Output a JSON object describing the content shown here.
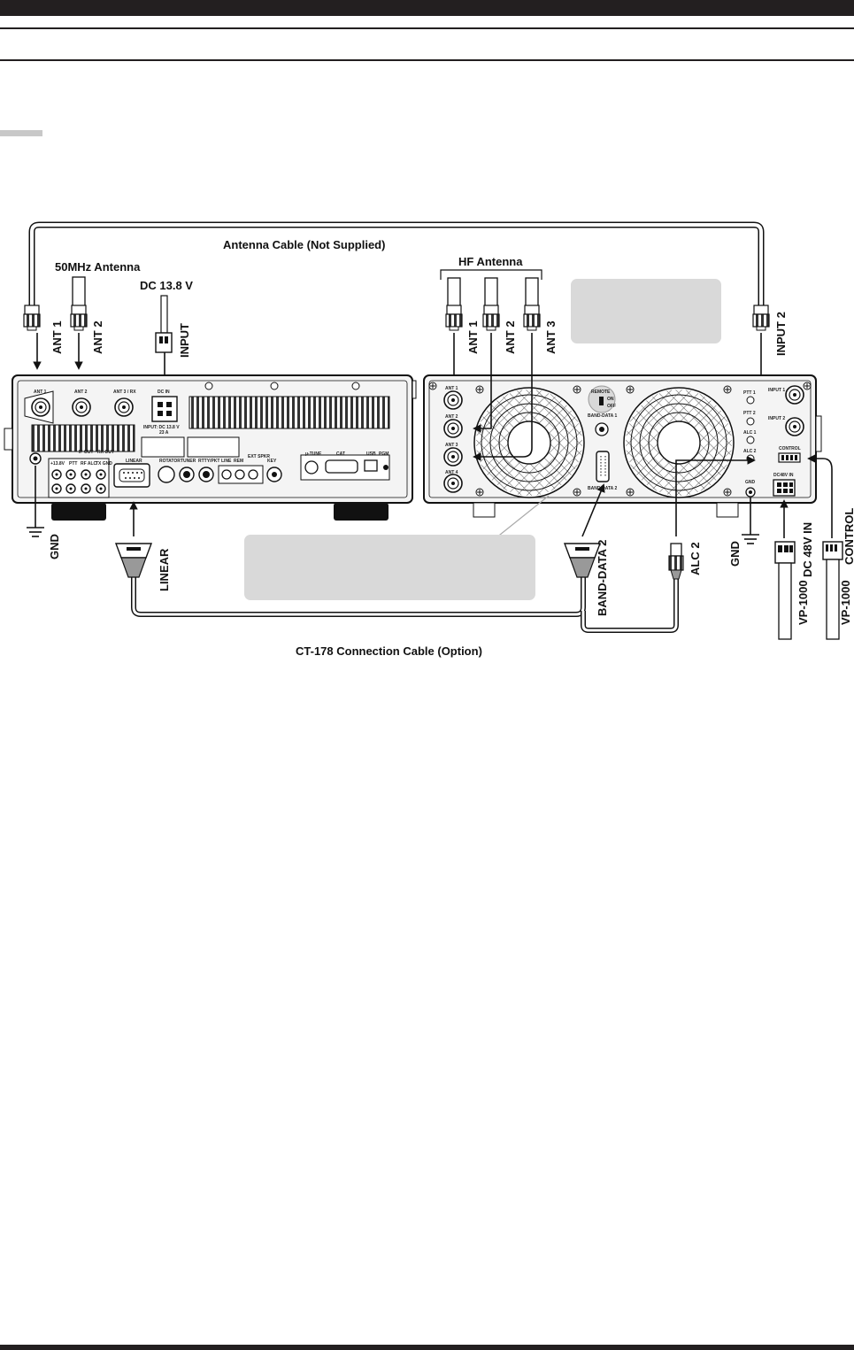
{
  "labels": {
    "antenna_cable": "Antenna Cable (Not Supplied)",
    "antenna_50": "50MHz  Antenna",
    "dc_138": "DC 13.8 V",
    "hf_antenna": "HF Antenna",
    "ant1_left": "ANT 1",
    "ant2_left": "ANT 2",
    "input_left": "INPUT",
    "ant1_right": "ANT  1",
    "ant2_right": "ANT  2",
    "ant3_right": "ANT  3",
    "input2": "INPUT  2",
    "gnd_left": "GND",
    "linear": "LINEAR",
    "band_data2": "BAND-DATA 2",
    "alc2": "ALC 2",
    "gnd_right": "GND",
    "dc48": "DC 48V IN",
    "control": "CONTROL",
    "vp1000_a": "VP-1000",
    "vp1000_b": "VP-1000",
    "ct178": "CT-178 Connection Cable (Option)"
  },
  "panel_left": {
    "ant1": "ANT 1",
    "ant2": "ANT 2",
    "ant3": "ANT 3 / RX",
    "dcin": "DC IN",
    "dcin_rating": "INPUT: DC 13.8 V",
    "dcin_amp": "23 A",
    "v138": "+13.8V",
    "ptt": "PTT",
    "rf_alc": "RF ALC",
    "if_out": "IF OUT",
    "rx_out": "RX OUT",
    "tx_gnd": "TX GND",
    "linear": "LINEAR",
    "rotator": "ROTATOR",
    "tuner": "TUNER",
    "rtty": "RTTY/PKT",
    "line": "LINE",
    "rem": "REM",
    "ext_spkr": "EXT SPKR",
    "key": "KEY",
    "mtune": "μ-TUNE",
    "cat": "CAT",
    "usb": "USB",
    "pgm": "PGM"
  },
  "panel_right": {
    "ant1": "ANT 1",
    "ant2": "ANT 2",
    "ant3": "ANT 3",
    "ant4": "ANT 4",
    "remote": "REMOTE",
    "on": "ON",
    "off": "OFF",
    "band_data1": "BAND-DATA 1",
    "band_data2": "BAND-DATA 2",
    "ptt1": "PTT 1",
    "ptt2": "PTT 2",
    "alc1": "ALC 1",
    "alc2": "ALC 2",
    "input1": "INPUT 1",
    "input2": "INPUT 2",
    "control": "CONTROL",
    "dc48": "DC48V  IN",
    "gnd": "GND"
  },
  "colors": {
    "ink": "#231f20",
    "callout": "#d9d9d9",
    "panel_fill": "#f4f4f4"
  }
}
